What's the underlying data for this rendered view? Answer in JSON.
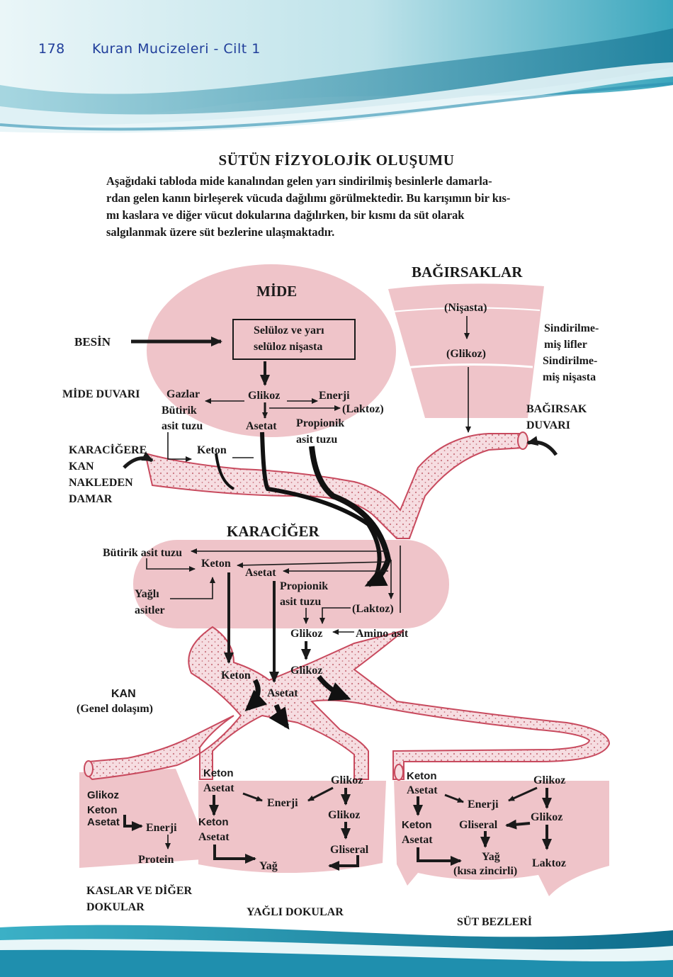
{
  "header": {
    "page_number": "178",
    "book_title": "Kuran Mucizeleri - Cilt 1"
  },
  "title": "SÜTÜN FİZYOLOJİK OLUŞUMU",
  "intro_lines": [
    "Aşağıdaki tabloda mide kanalından gelen yarı sindirilmiş  besinlerle damarla-",
    "rdan gelen kanın birleşerek vücuda dağılımı görülmektedir. Bu karışımın bir kıs-",
    "mı kaslara ve diğer vücut dokularına dağılırken, bir kısmı da süt olarak",
    "salgılanmak üzere süt bezlerine ulaşmaktadır."
  ],
  "diagram": {
    "stomach": {
      "title": "MİDE",
      "food": "BESİN",
      "box_line1": "Selüloz ve yarı",
      "box_line2": "selüloz nişasta",
      "wall": "MİDE DUVARI",
      "gases": "Gazlar",
      "glucose": "Glikoz",
      "energy": "Enerji",
      "lactose": "(Laktoz)",
      "butyrate_1": "Bütirik",
      "butyrate_2": "asit tuzu",
      "acetate": "Asetat",
      "propionate_1": "Propionik",
      "propionate_2": "asit tuzu",
      "ketone": "Keton"
    },
    "portal_vein": {
      "line1": "KARACİĞERE",
      "line2": "KAN",
      "line3": "NAKLEDEN",
      "line4": "DAMAR"
    },
    "intestine": {
      "title": "BAĞIRSAKLAR",
      "starch": "(Nişasta)",
      "glucose": "(Glikoz)",
      "side_1": "Sindirilme-",
      "side_2": "miş lifler",
      "side_3": "Sindirilme-",
      "side_4": "miş nişasta",
      "wall_1": "BAĞIRSAK",
      "wall_2": "DUVARI"
    },
    "liver": {
      "title": "KARACİĞER",
      "butyrate": "Bütirik asit tuzu",
      "ketone": "Keton",
      "acetate": "Asetat",
      "fatty_1": "Yağlı",
      "fatty_2": "asitler",
      "propionate_1": "Propionik",
      "propionate_2": "asit tuzu",
      "lactose": "(Laktoz)",
      "glucose": "Glikoz",
      "amino": "Amino asit",
      "ketone_out": "Keton",
      "glucose_out": "Glikoz",
      "acetate_out": "Asetat"
    },
    "blood": {
      "title": "KAN",
      "subtitle": "(Genel dolaşım)"
    },
    "muscle": {
      "glucose": "Glikoz",
      "ketone": "Keton",
      "acetate": "Asetat",
      "energy": "Enerji",
      "protein": "Protein",
      "label_1": "KASLAR VE DİĞER",
      "label_2": "DOKULAR"
    },
    "adipose": {
      "ketone": "Keton",
      "acetate": "Asetat",
      "glucose": "Glikoz",
      "energy": "Enerji",
      "glucose_2": "Glikoz",
      "ketone_2": "Keton",
      "acetate_2": "Asetat",
      "glyceral": "Gliseral",
      "fat": "Yağ",
      "label": "YAĞLI DOKULAR"
    },
    "mammary": {
      "ketone": "Keton",
      "acetate": "Asetat",
      "glucose": "Glikoz",
      "energy": "Enerji",
      "glyceral": "Gliseral",
      "glucose_2": "Glikoz",
      "ketone_2": "Keton",
      "acetate_2": "Asetat",
      "fat": "Yağ",
      "fat_sub": "(kısa zincirli)",
      "lactose": "Laktoz",
      "label": "SÜT BEZLERİ"
    }
  }
}
